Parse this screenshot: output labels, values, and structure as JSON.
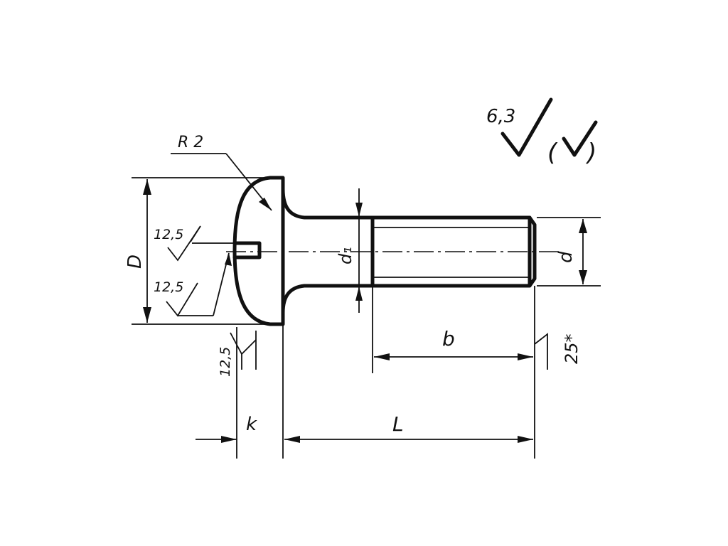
{
  "labels": {
    "radius": "R 2",
    "roughness_main": "6,3",
    "diameter_head": "D",
    "roughness_slot_top": "12,5",
    "roughness_slot_bottom": "12,5",
    "roughness_head_side": "12,5",
    "diameter_neck": "d₁",
    "diameter_thread": "d",
    "thread_length": "b",
    "roughness_thread_end": "25*",
    "head_height": "k",
    "length": "L"
  }
}
